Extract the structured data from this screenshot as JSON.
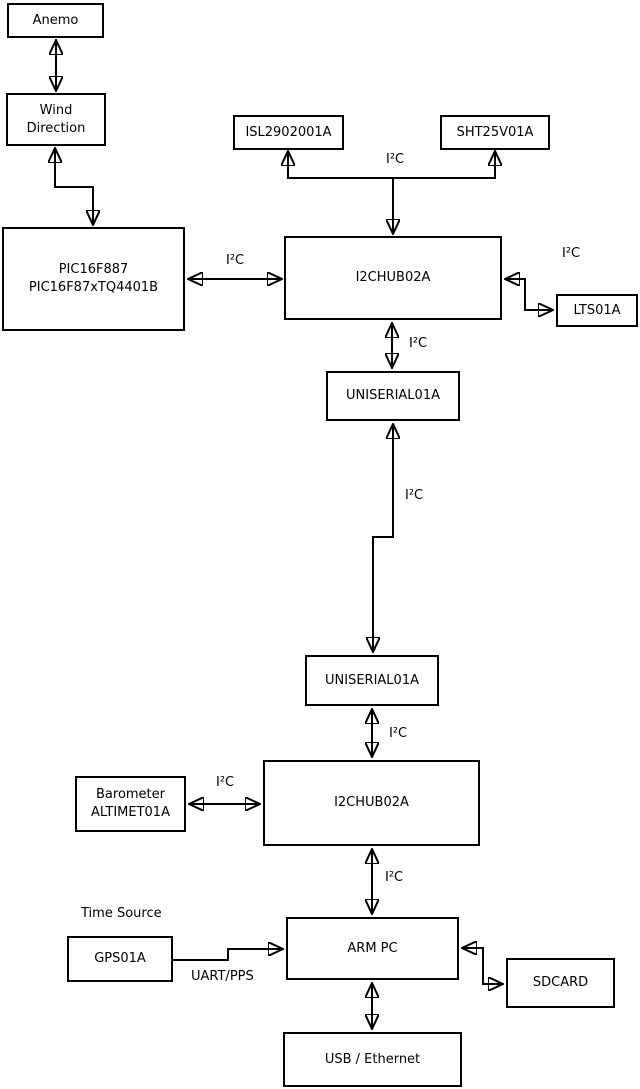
{
  "diagram": {
    "background_color": "#ffffff",
    "line_color": "#000000",
    "box_fill_color": "#ffffff",
    "nodes": {
      "anemo": "Anemo",
      "wind_direction": "Wind\nDirection",
      "pic": "PIC16F887\nPIC16F87xTQ4401B",
      "isl": "ISL2902001A",
      "sht": "SHT25V01A",
      "i2chub_top": "I2CHUB02A",
      "lts": "LTS01A",
      "uniserial_top": "UNISERIAL01A",
      "uniserial_bottom": "UNISERIAL01A",
      "i2chub_bottom": "I2CHUB02A",
      "barometer": "Barometer\nALTIMET01A",
      "gps": "GPS01A",
      "arm_pc": "ARM PC",
      "sdcard": "SDCARD",
      "usb_ethernet": "USB / Ethernet"
    },
    "edge_labels": {
      "i2c": "I²C",
      "uart_pps": "UART/PPS",
      "time_source": "Time Source"
    }
  }
}
